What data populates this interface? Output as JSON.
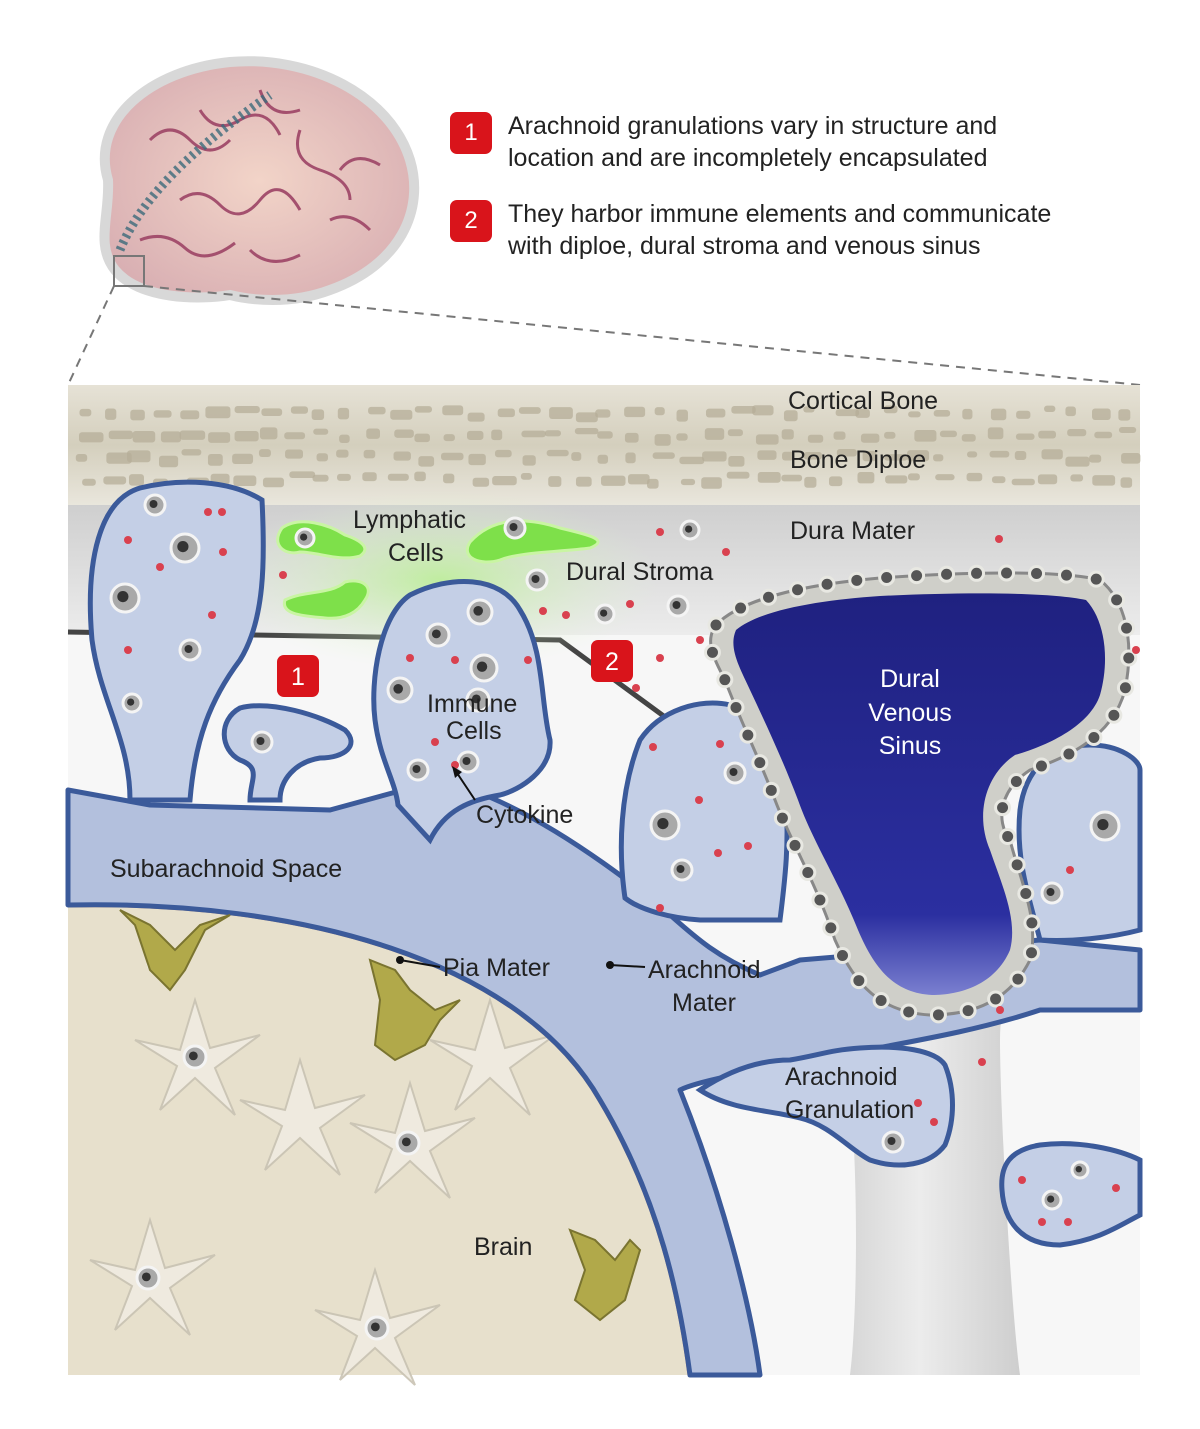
{
  "legend": [
    {
      "badge": "1",
      "line1": "Arachnoid granulations vary in structure and",
      "line2": "location and are incompletely encapsulated"
    },
    {
      "badge": "2",
      "line1": "They harbor immune elements and communicate",
      "line2": "with diploe, dural stroma and venous sinus"
    }
  ],
  "labels": {
    "cortical_bone": "Cortical Bone",
    "bone_diploe": "Bone Diploe",
    "dura_mater": "Dura Mater",
    "lymphatic_line1": "Lymphatic",
    "lymphatic_line2": "Cells",
    "dural_stroma": "Dural Stroma",
    "immune_line1": "Immune",
    "immune_line2": "Cells",
    "cytokine": "Cytokine",
    "sinus_line1": "Dural",
    "sinus_line2": "Venous",
    "sinus_line3": "Sinus",
    "subarachnoid_space": "Subarachnoid Space",
    "pia_mater": "Pia Mater",
    "arachnoid_line1": "Arachnoid",
    "arachnoid_line2": "Mater",
    "granulation_line1": "Arachnoid",
    "granulation_line2": "Granulation",
    "brain": "Brain",
    "marker1": "1",
    "marker2": "2"
  },
  "colors": {
    "badge_red": "#d9141b",
    "granulation_fill": "#bfcbe3",
    "granulation_outline": "#3b5a9a",
    "sinus_blue": "#26288e",
    "lymphatic_green": "#7ee04a",
    "bone": "#cfc9b4",
    "dura": "#d9d9d9",
    "brain_tissue": "#e7e0cc",
    "pial_cell": "#b1a94a",
    "cytokine_dot": "#d9414f"
  }
}
